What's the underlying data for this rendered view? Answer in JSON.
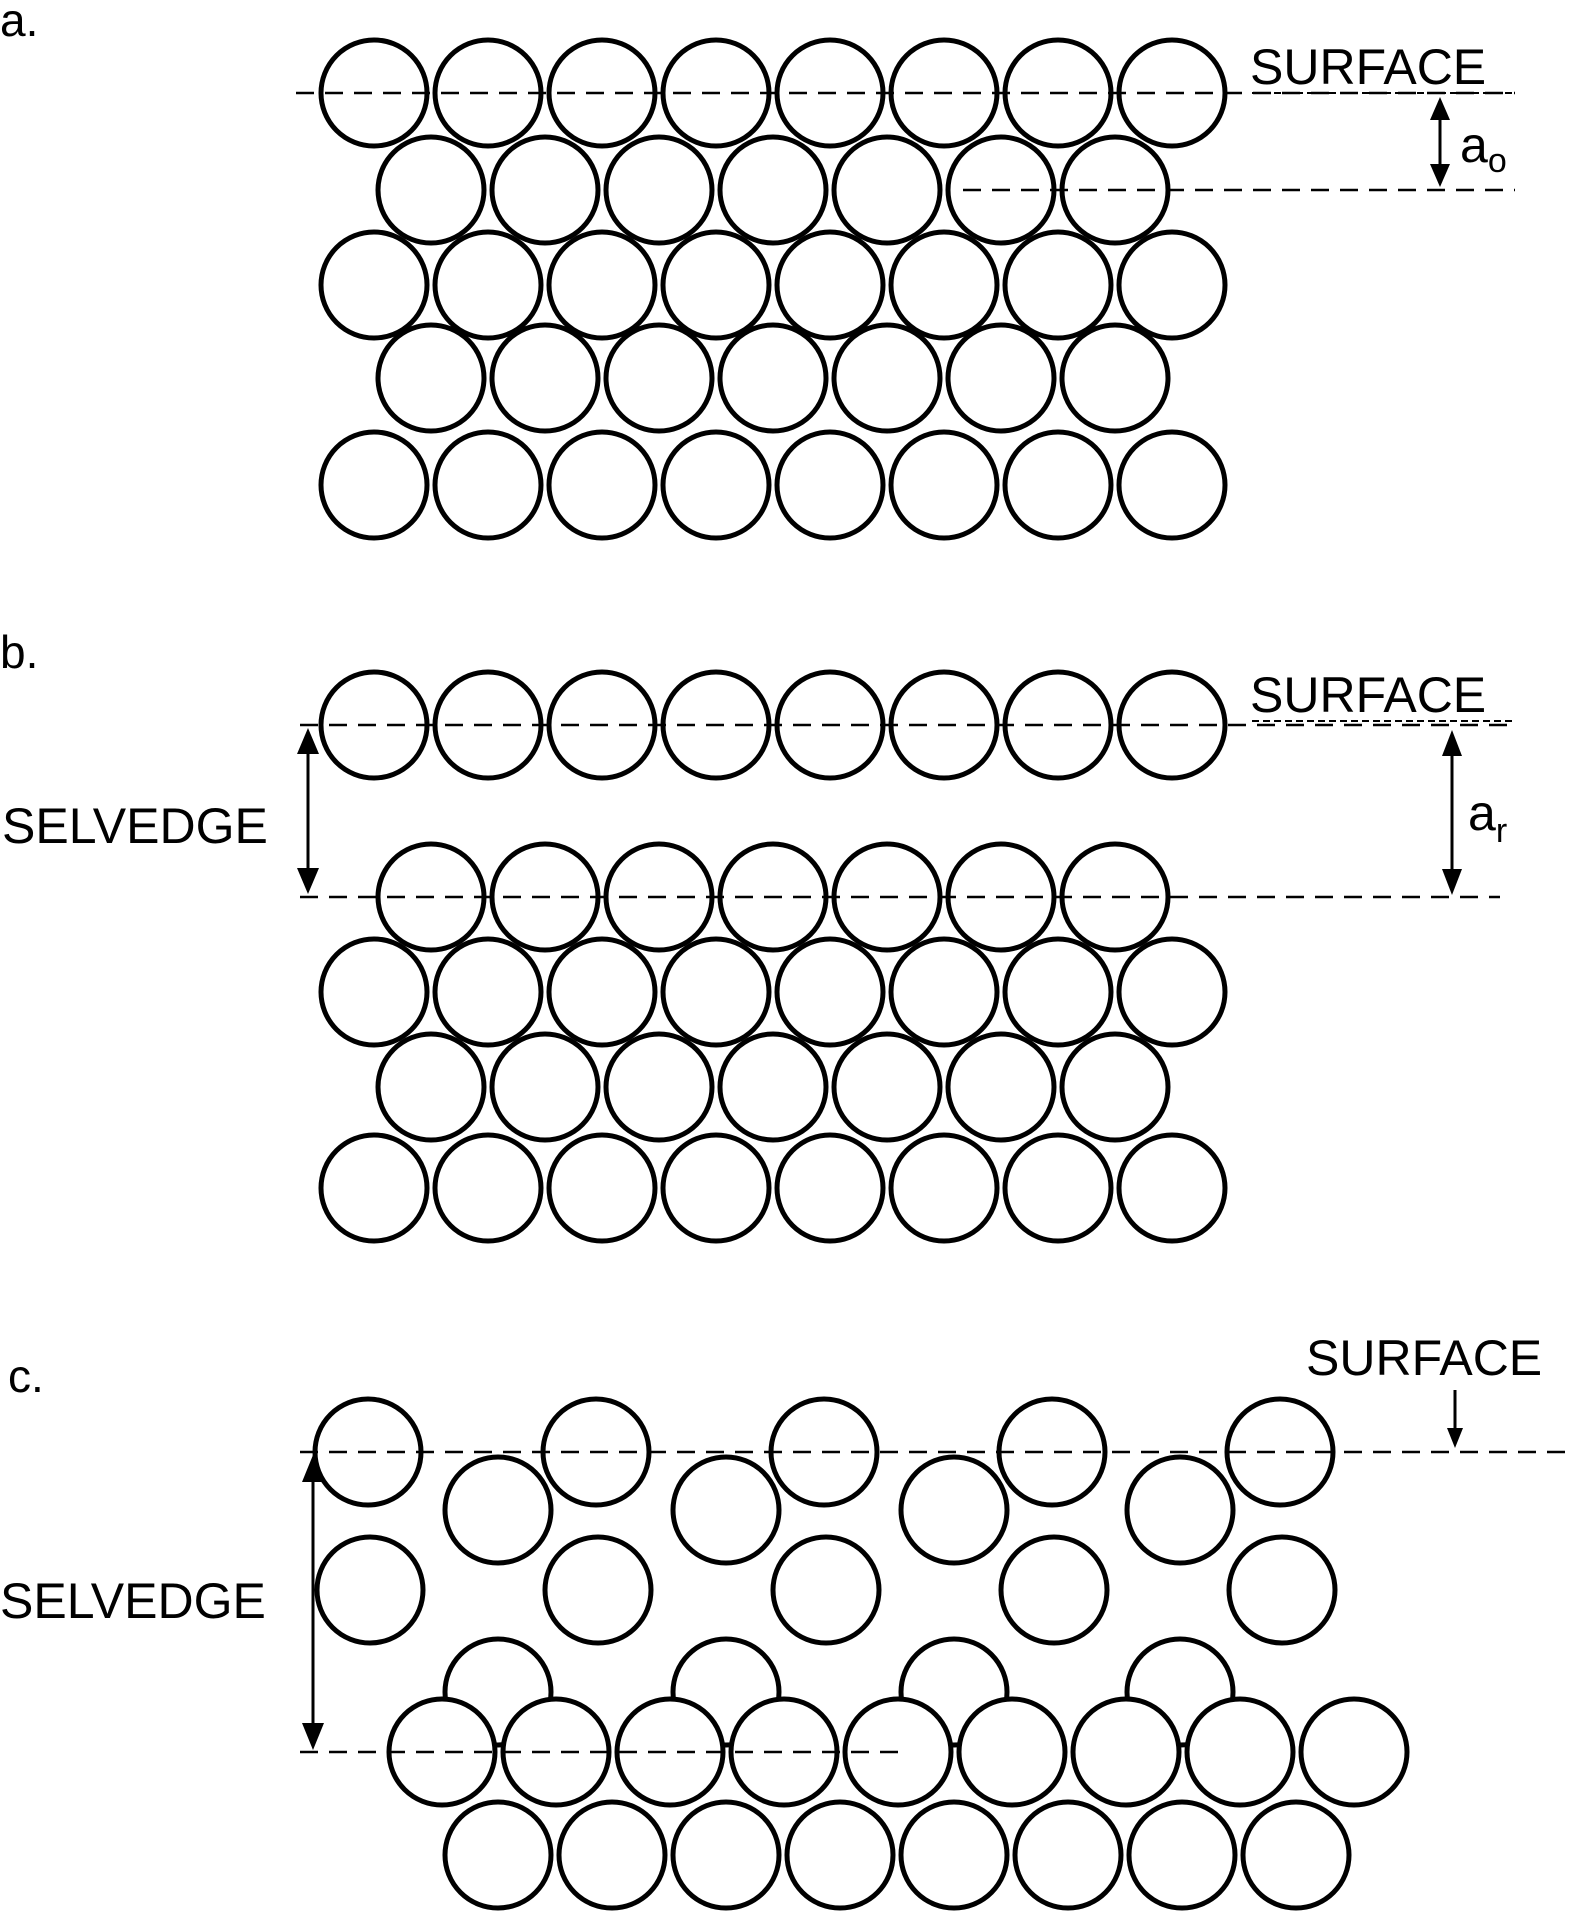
{
  "panels": [
    {
      "label": "a.",
      "surface_label": "SURFACE",
      "spacing_symbol": "a",
      "spacing_subscript": "o"
    },
    {
      "label": "b.",
      "surface_label": "SURFACE",
      "selvedge_label": "SELVEDGE",
      "spacing_symbol": "a",
      "spacing_subscript": "r"
    },
    {
      "label": "c.",
      "surface_label": "SURFACE",
      "selvedge_label": "SELVEDGE"
    }
  ],
  "colors": {
    "ink": "#000000",
    "background": "#ffffff"
  }
}
